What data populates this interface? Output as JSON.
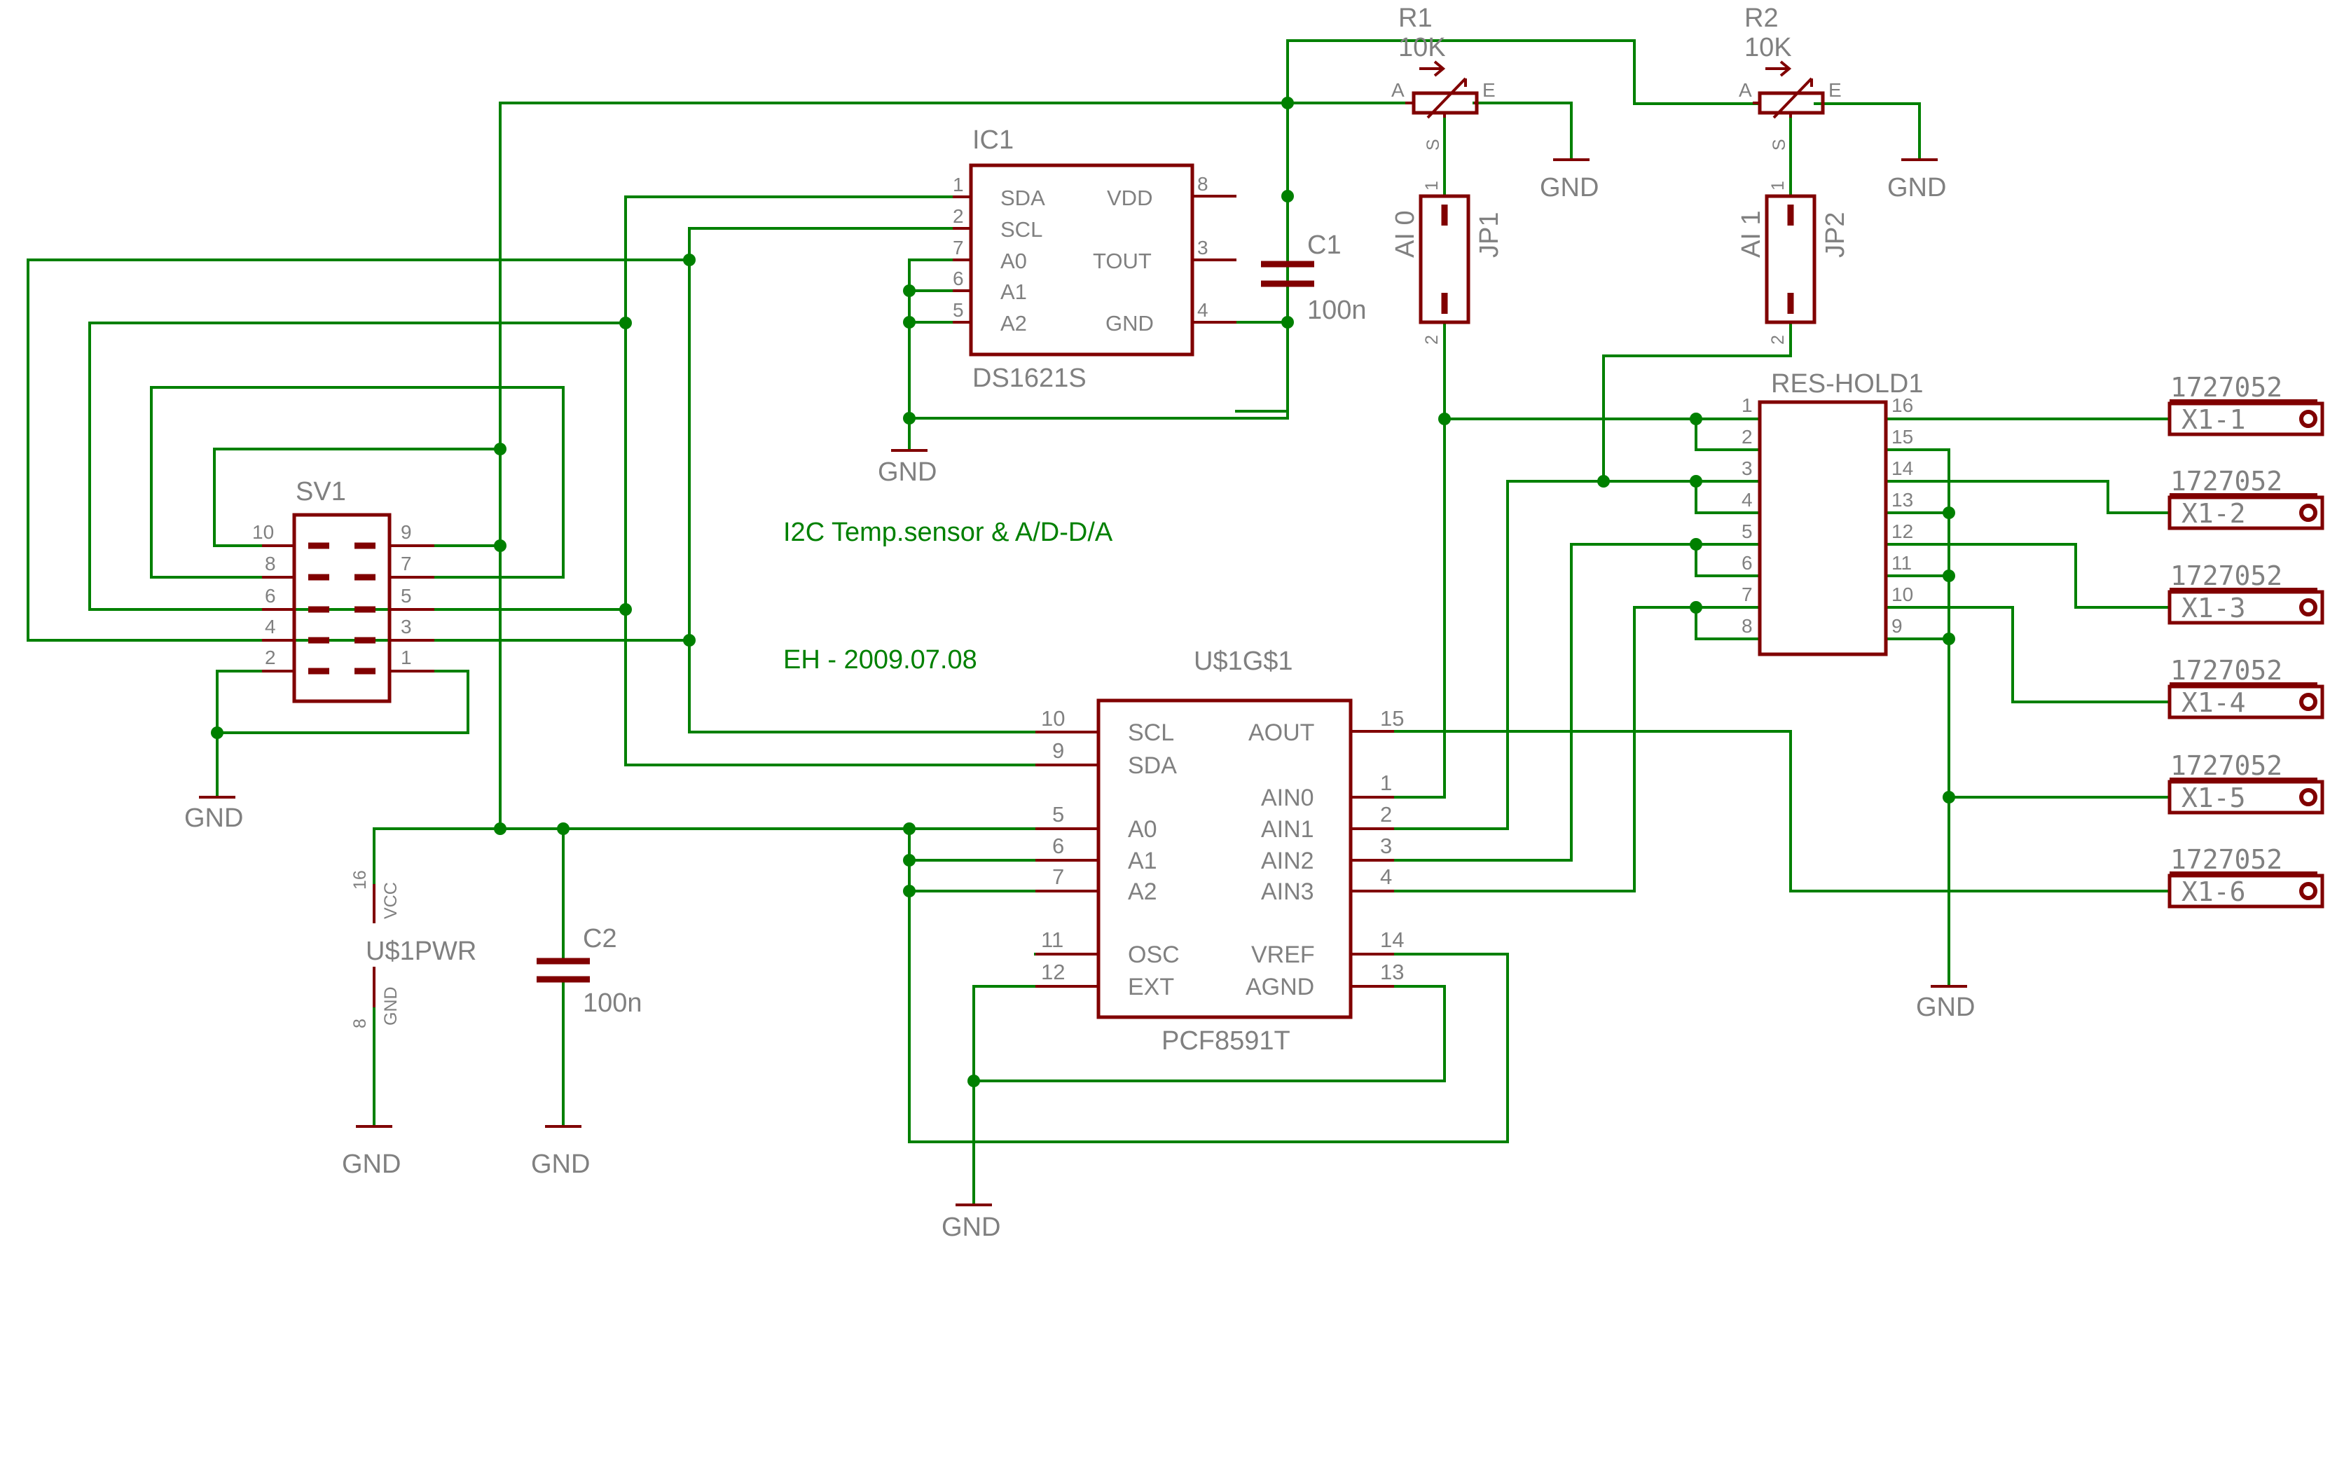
{
  "notes": {
    "title": "I2C Temp.sensor & A/D-D/A",
    "author": "EH - 2009.07.08"
  },
  "gnd": "GND",
  "ic1": {
    "name": "IC1",
    "value": "DS1621S",
    "pins_left": [
      {
        "num": "1",
        "name": "SDA"
      },
      {
        "num": "2",
        "name": "SCL"
      },
      {
        "num": "7",
        "name": "A0"
      },
      {
        "num": "6",
        "name": "A1"
      },
      {
        "num": "5",
        "name": "A2"
      }
    ],
    "pins_right": [
      {
        "num": "8",
        "name": "VDD"
      },
      {
        "num": "3",
        "name": "TOUT"
      },
      {
        "num": "4",
        "name": "GND"
      }
    ]
  },
  "c1": {
    "name": "C1",
    "value": "100n"
  },
  "c2": {
    "name": "C2",
    "value": "100n"
  },
  "r1": {
    "name": "R1",
    "value": "10K",
    "a": "A",
    "e": "E",
    "s": "S"
  },
  "r2": {
    "name": "R2",
    "value": "10K",
    "a": "A",
    "e": "E",
    "s": "S"
  },
  "jp1": {
    "name": "JP1",
    "label": "AI 0",
    "p1": "1",
    "p2": "2"
  },
  "jp2": {
    "name": "JP2",
    "label": "AI 1",
    "p1": "1",
    "p2": "2"
  },
  "sv1": {
    "name": "SV1",
    "left_pins": [
      "10",
      "8",
      "6",
      "4",
      "2"
    ],
    "right_pins": [
      "9",
      "7",
      "5",
      "3",
      "1"
    ]
  },
  "u1": {
    "name": "U$1G$1",
    "value": "PCF8591T",
    "pins_left": [
      {
        "num": "10",
        "name": "SCL"
      },
      {
        "num": "9",
        "name": "SDA"
      },
      {
        "num": "5",
        "name": "A0"
      },
      {
        "num": "6",
        "name": "A1"
      },
      {
        "num": "7",
        "name": "A2"
      },
      {
        "num": "11",
        "name": "OSC"
      },
      {
        "num": "12",
        "name": "EXT"
      }
    ],
    "pins_right": [
      {
        "num": "15",
        "name": "AOUT"
      },
      {
        "num": "1",
        "name": "AIN0"
      },
      {
        "num": "2",
        "name": "AIN1"
      },
      {
        "num": "3",
        "name": "AIN2"
      },
      {
        "num": "4",
        "name": "AIN3"
      },
      {
        "num": "14",
        "name": "VREF"
      },
      {
        "num": "13",
        "name": "AGND"
      }
    ]
  },
  "u1pwr": {
    "name": "U$1PWR",
    "vcc_num": "16",
    "vcc_name": "VCC",
    "gnd_num": "8",
    "gnd_name": "GND"
  },
  "res": {
    "name": "RES-HOLD1",
    "left_pins": [
      "1",
      "2",
      "3",
      "4",
      "5",
      "6",
      "7",
      "8"
    ],
    "right_pins": [
      "16",
      "15",
      "14",
      "13",
      "12",
      "11",
      "10",
      "9"
    ]
  },
  "x1": {
    "part": "1727052",
    "pins": [
      "X1-1",
      "X1-2",
      "X1-3",
      "X1-4",
      "X1-5",
      "X1-6"
    ]
  }
}
